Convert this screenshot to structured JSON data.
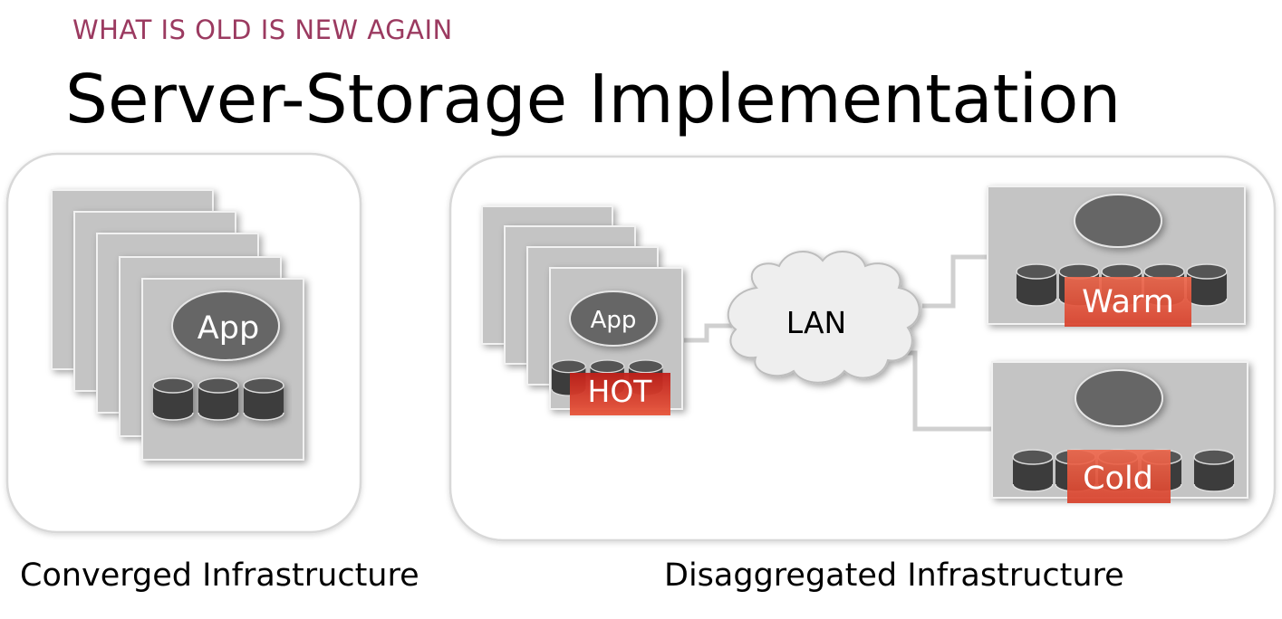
{
  "header": {
    "eyebrow": "WHAT IS OLD IS NEW AGAIN",
    "title": "Server-Storage Implementation"
  },
  "converged": {
    "caption": "Converged Infrastructure",
    "app_label": "App"
  },
  "disaggregated": {
    "caption": "Disaggregated Infrastructure",
    "app_label": "App",
    "network_label": "LAN",
    "tiers": {
      "hot": "HOT",
      "warm": "Warm",
      "cold": "Cold"
    }
  },
  "colors": {
    "accent_eyebrow": "#9b3a60",
    "server_fill": "#c4c4c4",
    "app_fill": "#666666",
    "disk_fill": "#3c3c3c",
    "tier_highlight": "#e8553a",
    "cloud_fill": "#eeeeee"
  }
}
